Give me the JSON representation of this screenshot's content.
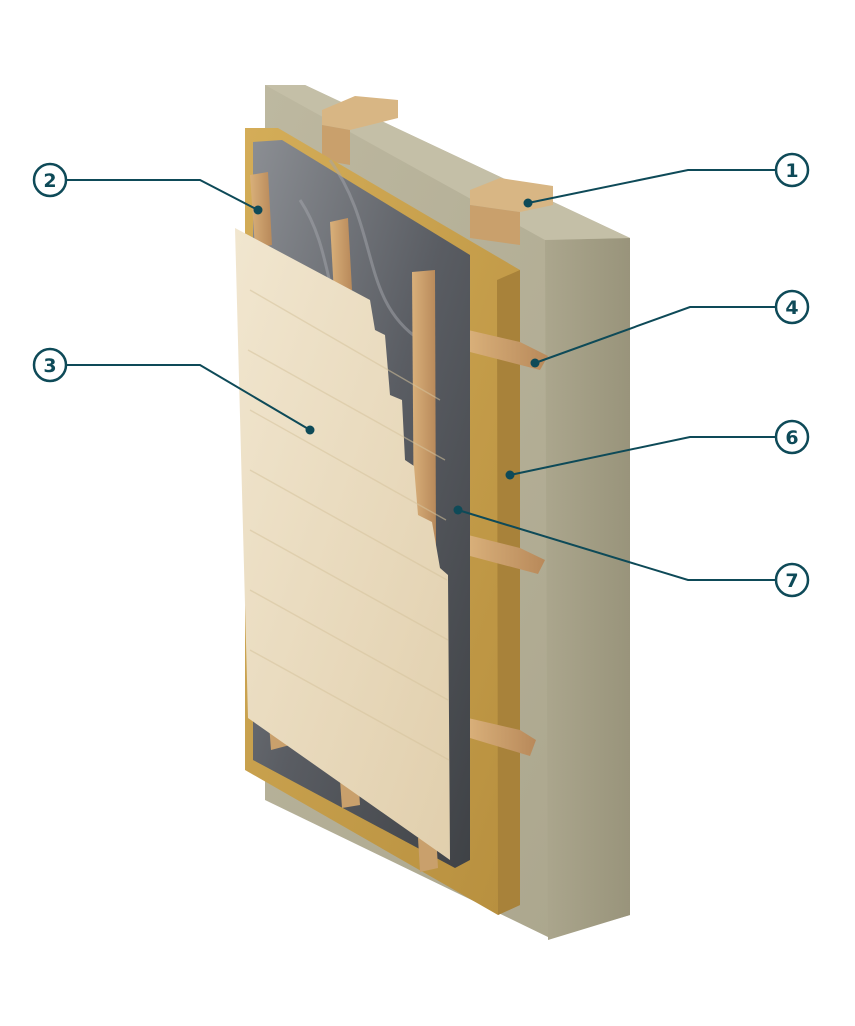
{
  "diagram": {
    "colors": {
      "accent": "#0e4a58",
      "mineral_wool_front": "#b8b39a",
      "mineral_wool_side": "#a9a48b",
      "insulation_yellow": "#c9a24e",
      "membrane_grey": "#5e6166",
      "timber": "#c9a06c",
      "cladding": "#eadcc0"
    },
    "callouts": [
      {
        "id": "callout-1",
        "number": "1"
      },
      {
        "id": "callout-2",
        "number": "2"
      },
      {
        "id": "callout-3",
        "number": "3"
      },
      {
        "id": "callout-4",
        "number": "4"
      },
      {
        "id": "callout-6",
        "number": "6"
      },
      {
        "id": "callout-7",
        "number": "7"
      }
    ]
  }
}
